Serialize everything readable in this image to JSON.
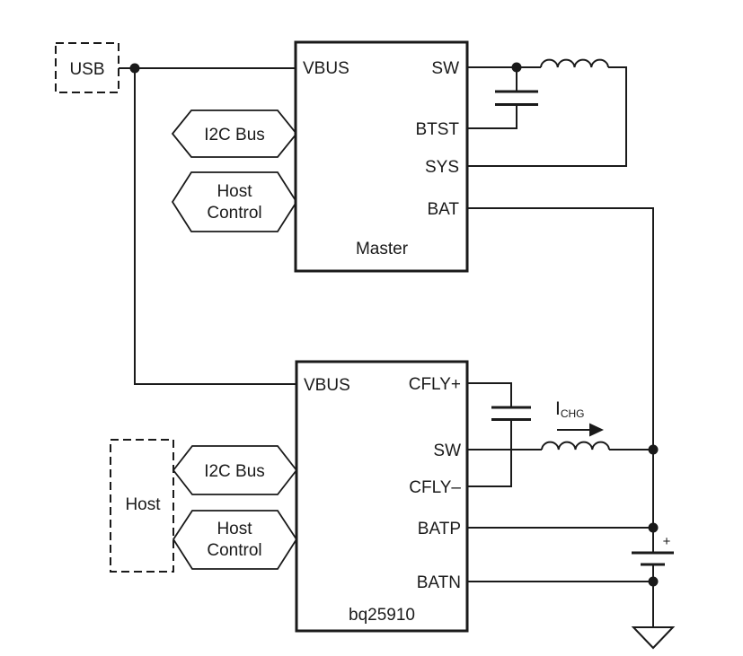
{
  "labels": {
    "usb": "USB",
    "host": "Host",
    "i2c_bus": "I2C Bus",
    "host_control_line1": "Host",
    "host_control_line2": "Control",
    "battery_plus": "+"
  },
  "master_block": {
    "name": "Master",
    "pin_vbus": "VBUS",
    "pin_sw": "SW",
    "pin_btst": "BTST",
    "pin_sys": "SYS",
    "pin_bat": "BAT"
  },
  "charger_block": {
    "name": "bq25910",
    "pin_vbus": "VBUS",
    "pin_cfly_plus": "CFLY+",
    "pin_sw": "SW",
    "pin_cfly_minus": "CFLY–",
    "pin_batp": "BATP",
    "pin_batn": "BATN"
  },
  "current_label": {
    "symbol": "I",
    "subscript": "CHG"
  },
  "colors": {
    "line": "#1a1a1a",
    "background": "#ffffff"
  }
}
